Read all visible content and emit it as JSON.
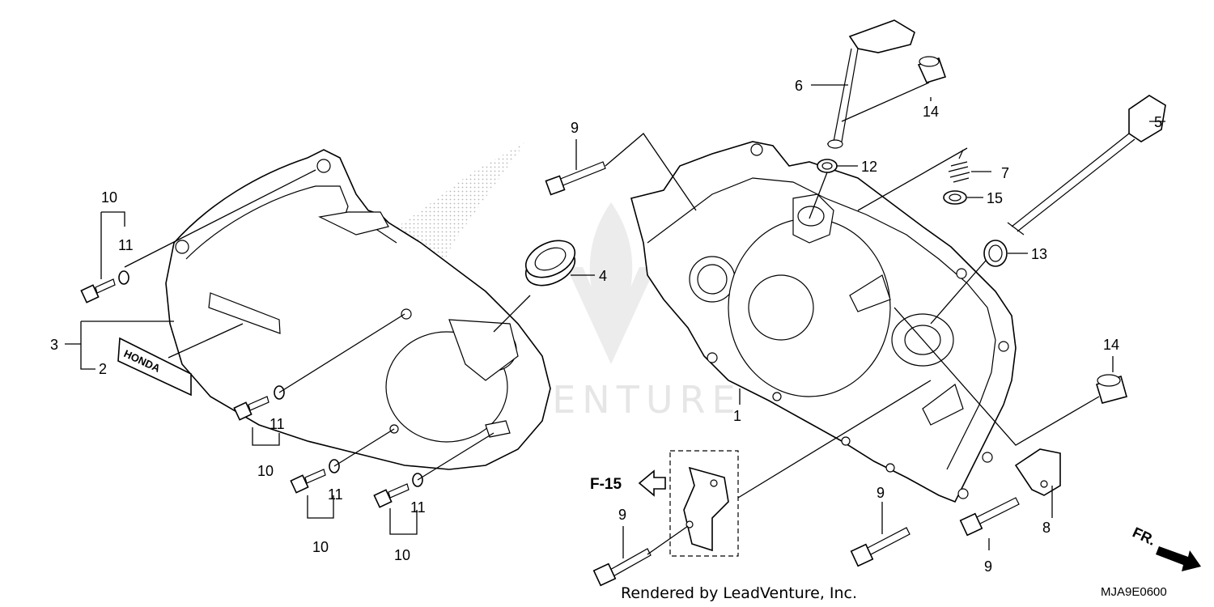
{
  "diagram": {
    "watermark": "LEADVENTURE",
    "footer": "Rendered by LeadVenture, Inc.",
    "code": "MJA9E0600",
    "direction_label": "FR.",
    "ref_label": "F-15",
    "emblem_text": "HONDA",
    "callouts": {
      "c1": "1",
      "c2": "2",
      "c3": "3",
      "c4": "4",
      "c5": "5",
      "c6": "6",
      "c7": "7",
      "c8": "8",
      "c9a": "9",
      "c9b": "9",
      "c9c": "9",
      "c9d": "9",
      "c10a": "10",
      "c10b": "10",
      "c10c": "10",
      "c10d": "10",
      "c11a": "11",
      "c11b": "11",
      "c11c": "11",
      "c11d": "11",
      "c12": "12",
      "c13": "13",
      "c14a": "14",
      "c14b": "14",
      "c15": "15"
    }
  }
}
